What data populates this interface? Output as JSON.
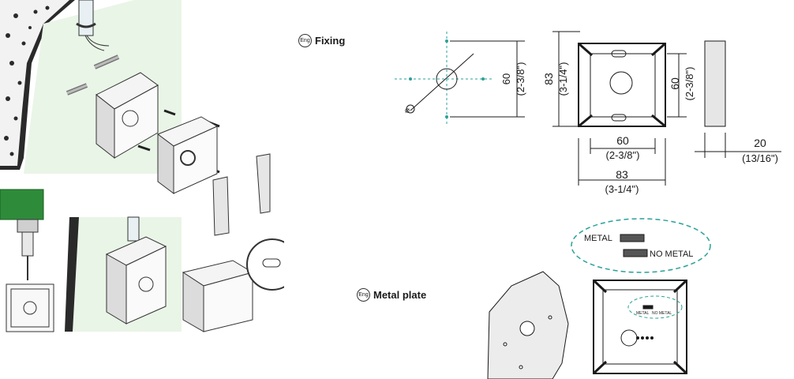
{
  "labels": {
    "lang_badge": "Eng",
    "fixing": "Fixing",
    "metal_plate": "Metal plate"
  },
  "dimensions": {
    "hole_spacing_mm": "60",
    "hole_spacing_in": "(2-3/8\")",
    "box_height_mm": "83",
    "box_height_in": "(3-1/4\")",
    "inner_height_mm": "60",
    "inner_height_in": "(2-3/8\")",
    "inner_width_mm": "60",
    "inner_width_in": "(2-3/8\")",
    "outer_width_mm": "83",
    "outer_width_in": "(3-1/4\")",
    "depth_mm": "20",
    "depth_in": "(13/16\")",
    "diameter_symbol": "⌀"
  },
  "switch_legend": {
    "metal": "METAL",
    "no_metal": "NO METAL",
    "small_metal": "METAL",
    "small_no_metal": "NO METAL"
  }
}
